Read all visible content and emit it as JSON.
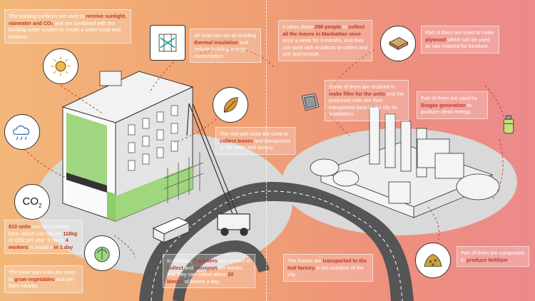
{
  "colors": {
    "highlight": "#c0392b",
    "road": "#555555",
    "ground": "#d9d9d9"
  },
  "icons": {
    "sun": "sun-icon",
    "cloud": "rain-cloud-icon",
    "co2": "co2-icon",
    "insulation": "thermal-insulation-icon",
    "leaf": "leaf-icon",
    "cabbage": "vegetable-icon",
    "filler": "filler-block-icon",
    "plywood": "plywood-icon",
    "gas": "gas-cylinder-icon",
    "fertilizer": "fertilizer-icon"
  },
  "co2_label": "CO",
  "co2_sub": "2",
  "boxes": {
    "surfaces": {
      "t1": "The building surfaces are used to ",
      "h1": "receive sunlight, rainwater and CO₂",
      "t2": " and are combined with the building water system to create a water cycle and balance."
    },
    "insulation": {
      "t1": "All units can act as building ",
      "h1": "thermal insulation",
      "t2": " and reduce building energy consumption."
    },
    "midpart": {
      "t1": "The mid-part units are used to ",
      "h1": "collect leaves",
      "t2": " and transported to the fallen leaf factory."
    },
    "units": {
      "h1": "810 units",
      "t1": " can be installed here, which can absorb ",
      "h2": "118kg",
      "t2": " of CO2 per year. It takes ",
      "h3": "4 workers",
      "t3": " to install it ",
      "h4": "in 1 day",
      "t4": "."
    },
    "lower": {
      "t1": "The lower part units are used to ",
      "h1": "grow vegetables",
      "t2": " and sell them nearby."
    },
    "workers": {
      "t1": "In addition, ",
      "h1": "2 workers",
      "t2": " are needed to ",
      "h2": "collect",
      "t3": " and ",
      "h3": "transport",
      "t4": " the leaves, and they can collect about ",
      "h4": "20 blocks",
      "t5": " of leaves a day."
    },
    "manhattan": {
      "t1": "It takes about ",
      "h1": "288 people",
      "t2": " to ",
      "h2": "collect all the leaves in Manhattan once",
      "t3": " once a week for 3 months, and they can work with residents to collect and sort and recycle."
    },
    "filler": {
      "t1": "Some of them are crushed to ",
      "h1": "make filler for the units",
      "t2": " and the produced units are then transported back to the city for installation."
    },
    "plywood": {
      "t1": "Part of them are used to make ",
      "h1": "plywood",
      "t2": " which can be used as raw material for furniture."
    },
    "biogas": {
      "t1": "Part of them are used for ",
      "h1": "Biogas generation",
      "t2": " to produce clean energy."
    },
    "factory": {
      "t1": "The leaves are ",
      "h1": "transported to the leaf factory",
      "t2": " in the outskirts of the city."
    },
    "compost": {
      "t1": "Part of them are composted to ",
      "h1": "produce fertilizer",
      "t2": "."
    }
  }
}
